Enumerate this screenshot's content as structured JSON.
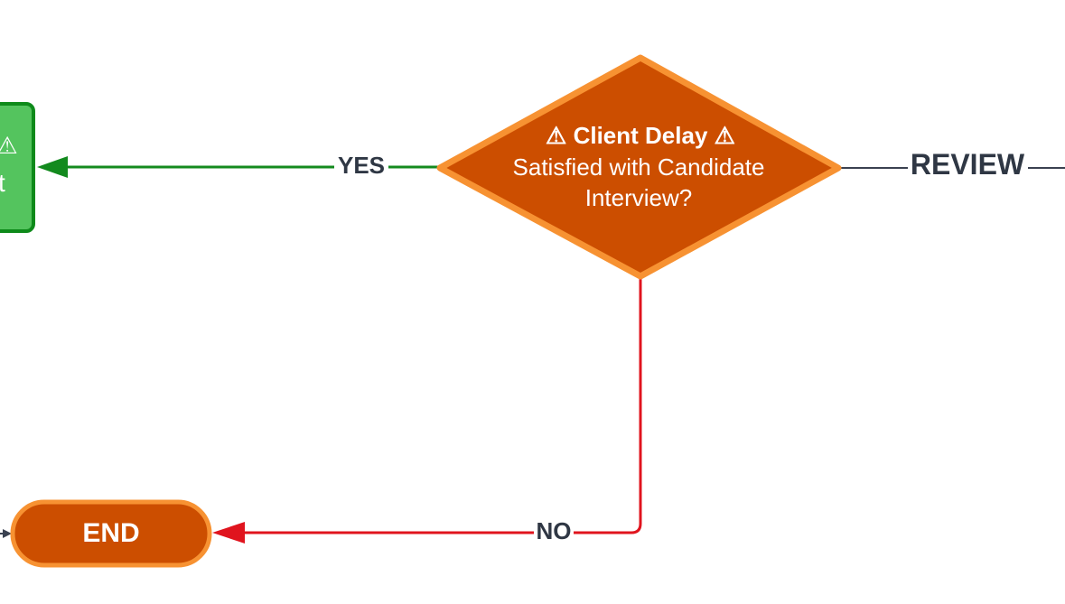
{
  "diagram": {
    "decision": {
      "title": "⚠ Client Delay ⚠",
      "line1": "Satisfied with Candidate",
      "line2": "Interview?"
    },
    "partial_node": {
      "text_top": "⚠",
      "text_bottom": "t"
    },
    "end_node": {
      "label": "END"
    },
    "edges": {
      "yes": "YES",
      "no": "NO",
      "review": "REVIEW"
    },
    "colors": {
      "decision_fill": "#cc4e00",
      "decision_stroke": "#f79232",
      "end_fill": "#cc4e00",
      "end_stroke": "#f79232",
      "green_fill": "#54c45e",
      "green_stroke": "#0e8a1a",
      "yes_line": "#138a1e",
      "no_line": "#e0141e",
      "review_line": "#3a4150",
      "label_text": "#2f3744"
    }
  }
}
